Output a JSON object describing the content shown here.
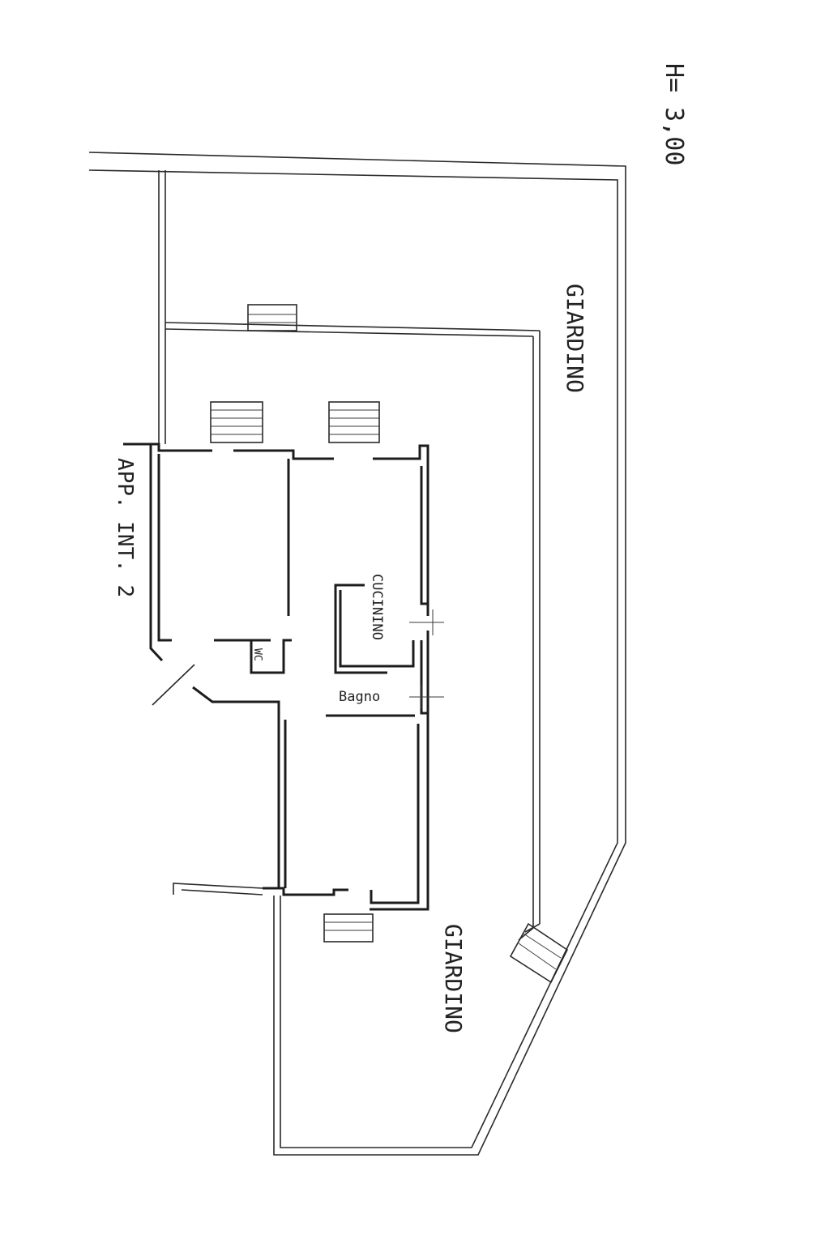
{
  "labels": {
    "height": "H= 3,00",
    "garden_top": "GIARDINO",
    "garden_bottom": "GIARDINO",
    "apartment": "APP. INT. 2",
    "kitchen": "CUCININO",
    "bathroom": "Bagno",
    "wc": "WC"
  }
}
